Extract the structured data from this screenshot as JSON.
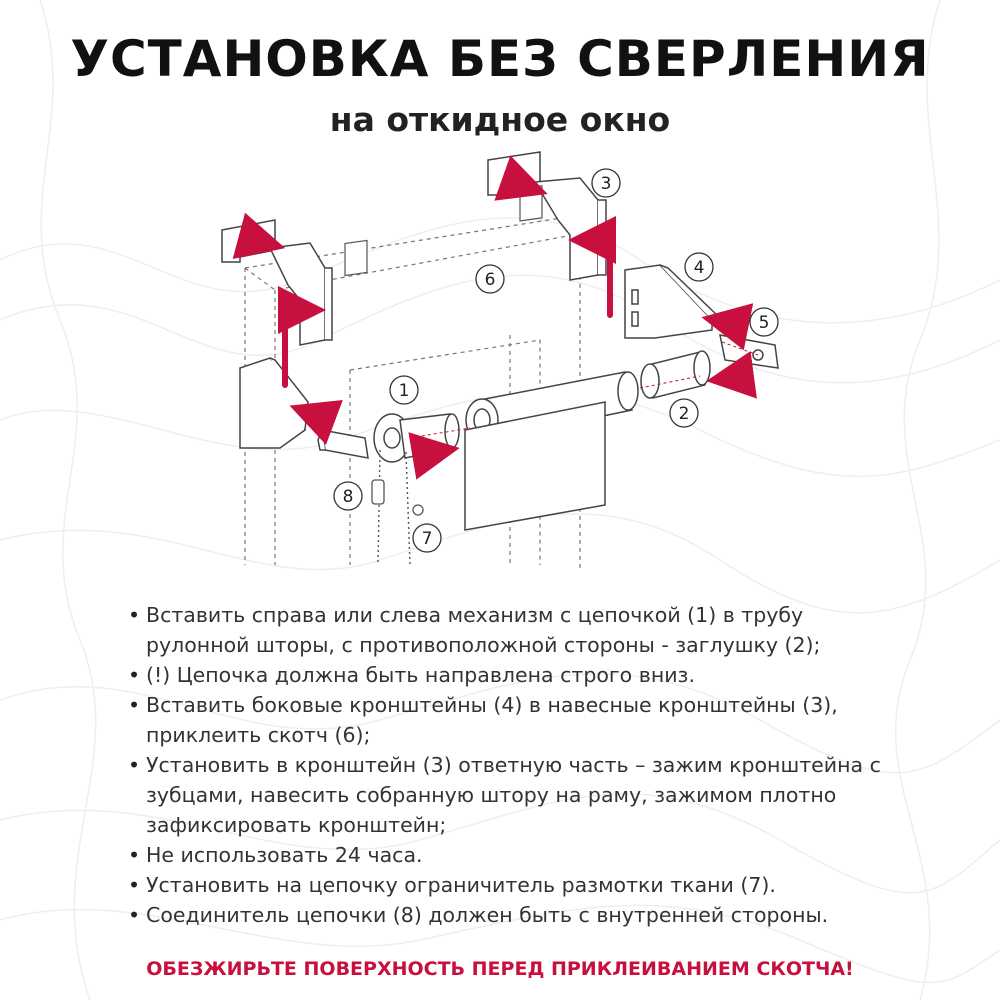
{
  "title": "УСТАНОВКА БЕЗ СВЕРЛЕНИЯ",
  "subtitle": "на откидное окно",
  "diagram": {
    "callouts": [
      "1",
      "2",
      "3",
      "4",
      "5",
      "6",
      "7",
      "8"
    ]
  },
  "instructions": [
    "Вставить справа или слева механизм с цепочкой (1) в трубу рулонной шторы, с противоположной стороны - заглушку (2);",
    "(!) Цепочка должна быть направлена строго вниз.",
    "Вставить боковые кронштейны (4) в навесные кронштейны (3), приклеить скотч (6);",
    "Установить в кронштейн (3) ответную часть – зажим   кронштейна с зубцами, навесить собранную штору на раму, зажимом плотно зафиксировать кронштейн;",
    "Не использовать 24 часа.",
    "Установить на цепочку ограничитель размотки ткани (7).",
    "Соединитель цепочки (8) должен быть с внутренней стороны."
  ],
  "footer": "ОБЕЗЖИРЬТЕ ПОВЕРХНОСТЬ ПЕРЕД ПРИКЛЕИВАНИЕМ СКОТЧА!",
  "colors": {
    "accent": "#c8103e",
    "line": "#555555"
  },
  "icons": {
    "arrow": "red-arrow-icon"
  }
}
